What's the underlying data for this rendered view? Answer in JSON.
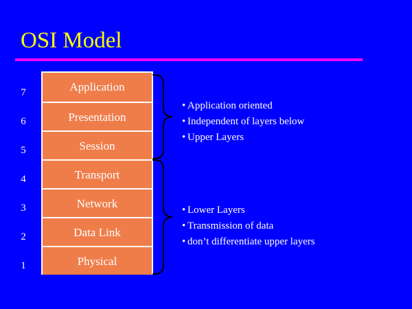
{
  "slide": {
    "title": "OSI Model",
    "background_color": "#0000FF",
    "title_color": "#FFFF00",
    "rule_color": "#FF00FF",
    "layer_fill_color": "#EF7D4A",
    "layer_text_color": "#FFFFFF",
    "brace_color": "#000000"
  },
  "stack": {
    "layers": [
      {
        "number": "7",
        "name": "Application"
      },
      {
        "number": "6",
        "name": "Presentation"
      },
      {
        "number": "5",
        "name": "Session"
      },
      {
        "number": "4",
        "name": "Transport"
      },
      {
        "number": "3",
        "name": "Network"
      },
      {
        "number": "2",
        "name": "Data Link"
      },
      {
        "number": "1",
        "name": "Physical"
      }
    ]
  },
  "annotations": {
    "upper": {
      "bullet": "•",
      "lines": [
        "Application oriented",
        "Independent of layers below",
        "Upper Layers"
      ]
    },
    "lower": {
      "bullet": "•",
      "lines": [
        "Lower Layers",
        "Transmission of data",
        "don’t differentiate upper layers"
      ]
    }
  }
}
